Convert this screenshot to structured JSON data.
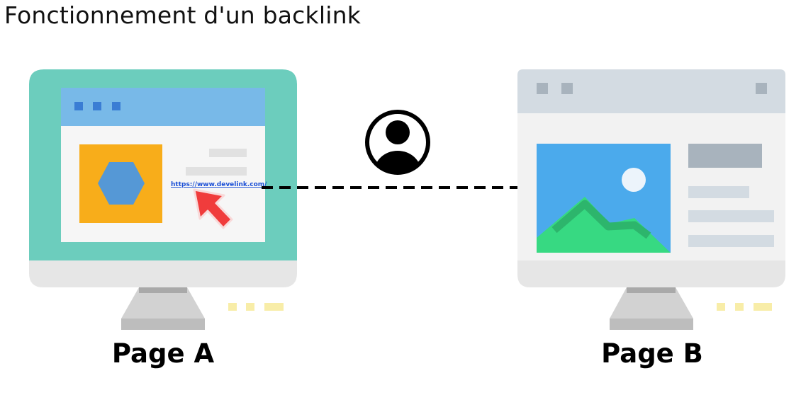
{
  "title": "Fonctionnement d'un backlink",
  "page_a": {
    "label": "Page A",
    "link_text": "https://www.develink.com/"
  },
  "page_b": {
    "label": "Page B"
  },
  "colors": {
    "monitor_a_frame": "#6ccdbd",
    "browser_a_bar": "#78b9e8",
    "orange_tile": "#f8ad1a",
    "hexagon": "#5598d6",
    "cursor": "#f03c3c",
    "browser_b_bar": "#d3dbe2",
    "image_sky": "#4baaec",
    "image_mountain": "#37d982",
    "stand": "#cfcfcf"
  },
  "icons": [
    "browser-window-icon",
    "hexagon-icon",
    "cursor-arrow-icon",
    "user-icon",
    "image-icon"
  ]
}
